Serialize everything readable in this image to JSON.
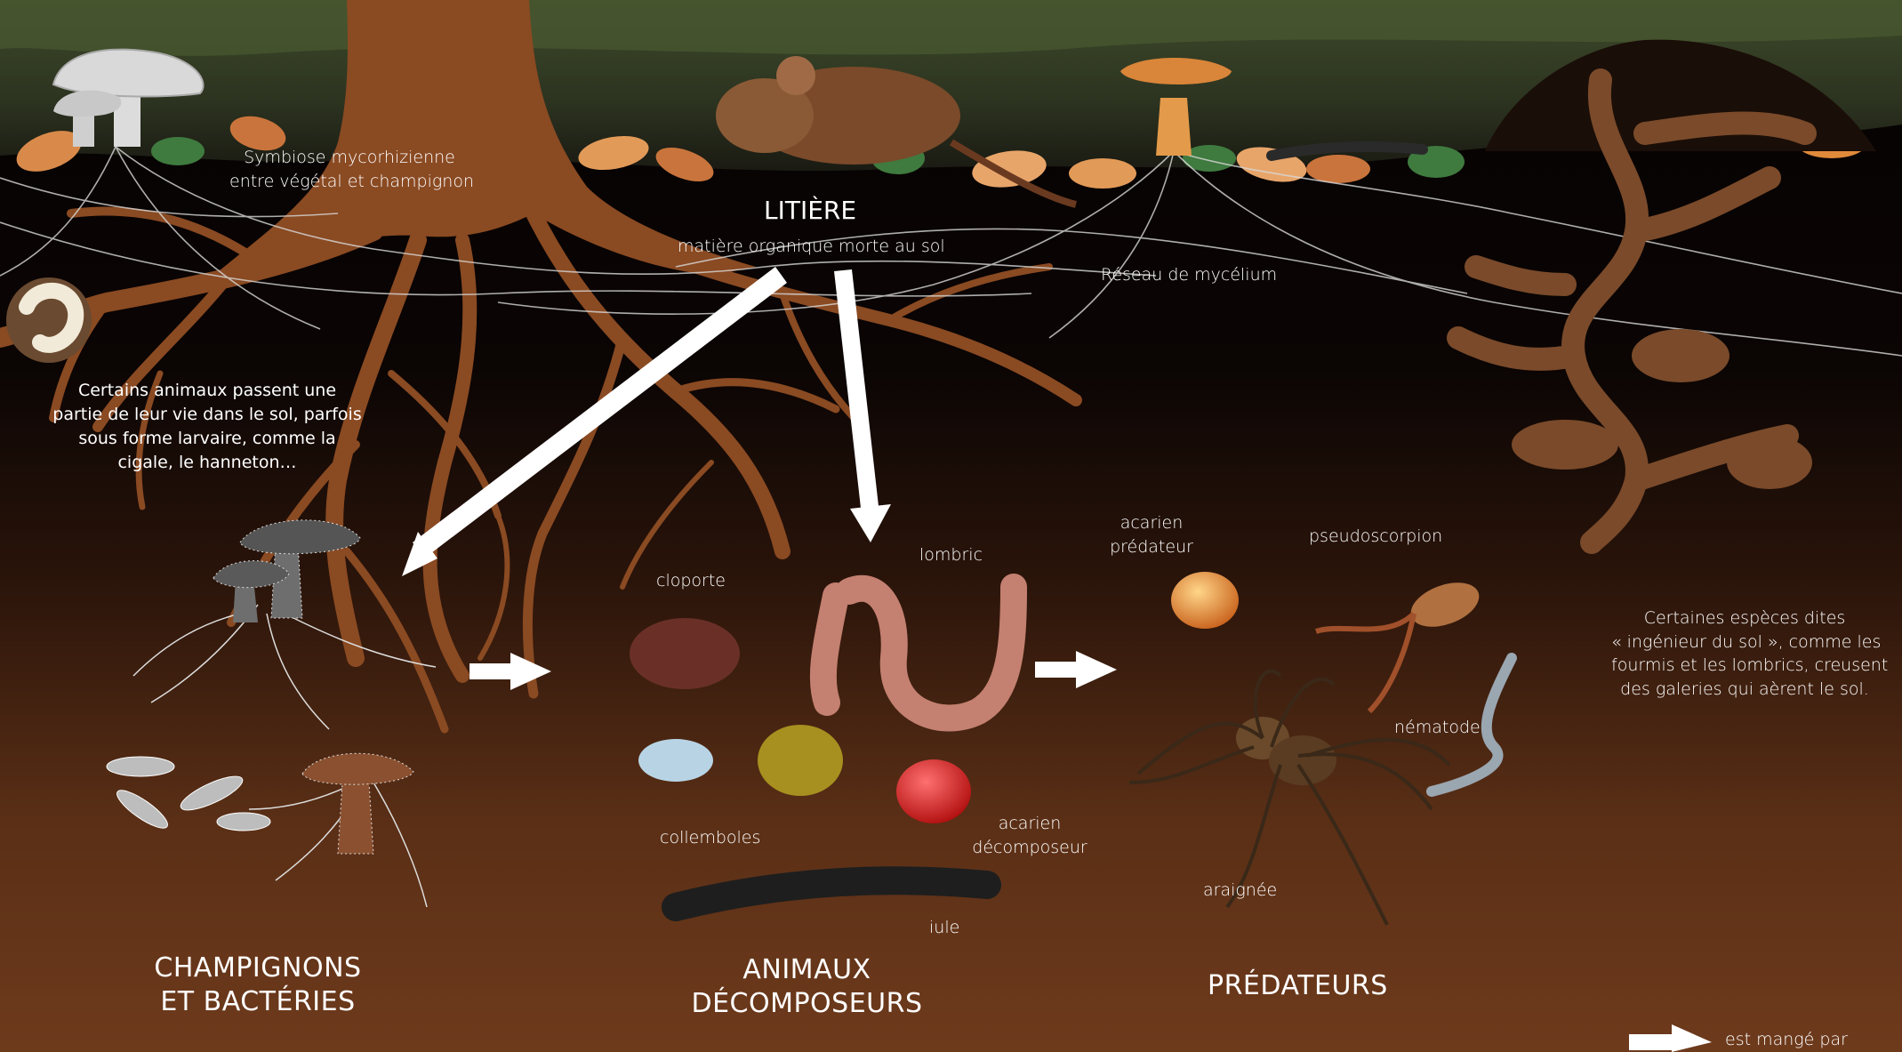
{
  "litter": {
    "title": "LITIÈRE",
    "subtitle": "matière organique morte au sol"
  },
  "notes": {
    "symbiosis_line1": "Symbiose mycorhizienne",
    "symbiosis_line2": "entre végétal et champignon",
    "mycelium": "Réseau de mycélium",
    "larvae": "Certains animaux passent une partie de leur vie dans le sol, parfois sous forme larvaire, comme la cigale, le hanneton…",
    "engineers_line1": "Certaines espèces dites",
    "engineers_line2": "« ingénieur du sol », comme les",
    "engineers_line3": "fourmis et les lombrics, creusent",
    "engineers_line4": "des galeries qui aèrent le sol."
  },
  "groups": {
    "fungi_line1": "CHAMPIGNONS",
    "fungi_line2": "ET BACTÉRIES",
    "decomposers_line1": "ANIMAUX",
    "decomposers_line2": "DÉCOMPOSEURS",
    "predators": "PRÉDATEURS"
  },
  "organisms": {
    "lombric": "lombric",
    "cloporte": "cloporte",
    "collemboles": "collemboles",
    "acarien_decomposeur_line1": "acarien",
    "acarien_decomposeur_line2": "décomposeur",
    "iule": "iule",
    "acarien_predateur_line1": "acarien",
    "acarien_predateur_line2": "prédateur",
    "pseudoscorpion": "pseudoscorpion",
    "nematode": "nématode",
    "araignee": "araignée"
  },
  "legend": {
    "eaten_by": "est mangé par"
  },
  "colors": {
    "root": "#8a4a22",
    "soil_top": "#050202",
    "soil_bottom": "#6e3a1c",
    "arrow": "#ffffff",
    "mite_predator": "#e08a2a",
    "mite_decomposer": "#d81e1e"
  }
}
